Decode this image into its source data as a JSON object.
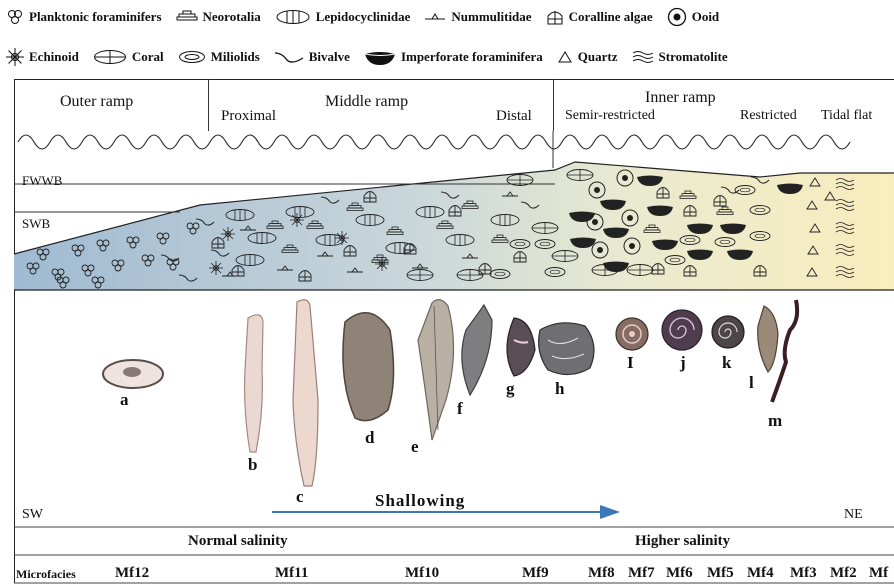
{
  "legend": {
    "row1": [
      {
        "icon": "planktonic-icon",
        "label": "Planktonic foraminifers"
      },
      {
        "icon": "neorotalia-icon",
        "label": "Neorotalia"
      },
      {
        "icon": "lepidocyclinidae-icon",
        "label": "Lepidocyclinidae"
      },
      {
        "icon": "nummulitidae-icon",
        "label": "Nummulitidae"
      },
      {
        "icon": "coralline-algae-icon",
        "label": "Coralline algae"
      },
      {
        "icon": "ooid-icon",
        "label": "Ooid"
      }
    ],
    "row2": [
      {
        "icon": "echinoid-icon",
        "label": "Echinoid"
      },
      {
        "icon": "coral-icon",
        "label": "Coral"
      },
      {
        "icon": "miliolids-icon",
        "label": "Miliolids"
      },
      {
        "icon": "bivalve-icon",
        "label": "Bivalve"
      },
      {
        "icon": "imperforate-icon",
        "label": "Imperforate foraminifera"
      },
      {
        "icon": "quartz-icon",
        "label": "Quartz"
      },
      {
        "icon": "stromatolite-icon",
        "label": "Stromatolite"
      }
    ]
  },
  "zones": {
    "outer": "Outer ramp",
    "middle": "Middle ramp",
    "inner": "Inner ramp",
    "proximal": "Proximal",
    "distal": "Distal",
    "semi_restricted": "Semir-restricted",
    "restricted": "Restricted",
    "tidal_flat": "Tidal flat"
  },
  "levels": {
    "fwwb": "FWWB",
    "swb": "SWB"
  },
  "specimens": [
    "a",
    "b",
    "c",
    "d",
    "e",
    "f",
    "g",
    "h",
    "I",
    "j",
    "k",
    "l",
    "m"
  ],
  "direction": {
    "sw": "SW",
    "ne": "NE",
    "arrow_label": "Shallowing"
  },
  "salinity": {
    "normal": "Normal salinity",
    "higher": "Higher salinity"
  },
  "microfacies": {
    "label": "Microfacies",
    "items": [
      "Mf12",
      "Mf11",
      "Mf10",
      "Mf9",
      "Mf8",
      "Mf7",
      "Mf6",
      "Mf5",
      "Mf4",
      "Mf3",
      "Mf2",
      "Mf"
    ]
  },
  "colors": {
    "water_deep": "#a9c2d8",
    "water_shallow": "#f8ecc0",
    "arrow": "#3b78b8"
  }
}
